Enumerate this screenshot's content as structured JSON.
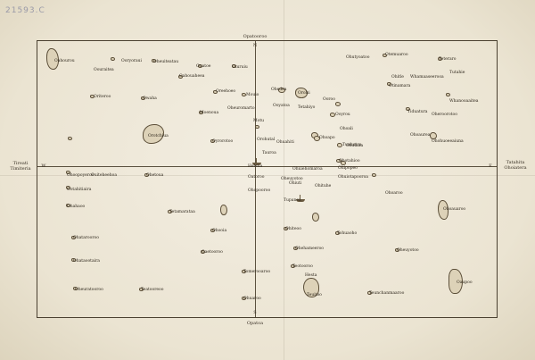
{
  "reference_mark": "21593.C",
  "compass": {
    "north": "Opatooroo",
    "north_letter": "N",
    "south": "Opatoa",
    "south_letter": "S",
    "west": [
      "Tireati",
      "Timiteria"
    ],
    "west_letter": "W",
    "east": [
      "Tatahita",
      "Ohoiatera"
    ],
    "east_letter": "E"
  },
  "islands": [
    {
      "name": "Oahourou"
    },
    {
      "name": "Ooryoraui"
    },
    {
      "name": "Oouraitea"
    },
    {
      "name": "Ouatoe"
    },
    {
      "name": "Oturuiu"
    },
    {
      "name": "Oahouaheea"
    },
    {
      "name": "Oheuiteatau"
    },
    {
      "name": "Owaha"
    },
    {
      "name": "Oriteroo"
    },
    {
      "name": "Oreehoeo"
    },
    {
      "name": "Orotchiua"
    },
    {
      "name": "Moenoua"
    },
    {
      "name": "Oheuromarto"
    },
    {
      "name": "Oyrorotoo"
    },
    {
      "name": "Mouio"
    },
    {
      "name": "Orohutal"
    },
    {
      "name": "Ohedea"
    },
    {
      "name": "Ooyatoa"
    },
    {
      "name": "Motu"
    },
    {
      "name": "Orolsi"
    },
    {
      "name": "Ooroo"
    },
    {
      "name": "Tetahiyo"
    },
    {
      "name": "Ooyrou"
    },
    {
      "name": "Ohoali"
    },
    {
      "name": "Ohoapo"
    },
    {
      "name": "Tuahutoa"
    },
    {
      "name": "Ohuahiti"
    },
    {
      "name": "Otemuaroo"
    },
    {
      "name": "Ohutyoatoo"
    },
    {
      "name": "Ohitle"
    },
    {
      "name": "Whamaaseerooa"
    },
    {
      "name": "Otinamara"
    },
    {
      "name": "Teteraro"
    },
    {
      "name": "Tiduatura"
    },
    {
      "name": "Tutahie"
    },
    {
      "name": "Whanooaaitea"
    },
    {
      "name": "Oheroorotoo"
    },
    {
      "name": "Ohoaurea"
    },
    {
      "name": "Ohohuoeeaiuna"
    },
    {
      "name": "Ohotahioo"
    },
    {
      "name": "Ohulaha"
    },
    {
      "name": "Ohuiehomaroa"
    },
    {
      "name": "Ohuiotapooroa"
    },
    {
      "name": "Oheuyotoo"
    },
    {
      "name": "Ohituhe"
    },
    {
      "name": "Ohoopoyeroo"
    },
    {
      "name": "Ootahitiaira"
    },
    {
      "name": "Ohahaoo"
    },
    {
      "name": "Ohatarooroo"
    },
    {
      "name": "Ohataootaira"
    },
    {
      "name": "Oheuratooroo"
    },
    {
      "name": "Ohetoua"
    },
    {
      "name": "Tetamarataa"
    },
    {
      "name": "Teatooreoo"
    },
    {
      "name": "Oaetooroo"
    },
    {
      "name": "Ohooia"
    },
    {
      "name": "Tomerooaroo"
    },
    {
      "name": "Ohuaroo"
    },
    {
      "name": "Teotooroo"
    },
    {
      "name": "Ohiteoo"
    },
    {
      "name": "Ohehameeroo"
    },
    {
      "name": "Tohuaoho"
    },
    {
      "name": "Teuitoo"
    },
    {
      "name": "Oheuyotoo"
    },
    {
      "name": "Ohoaroo"
    },
    {
      "name": "Teunchanmaaroo"
    },
    {
      "name": "Oaupoo"
    },
    {
      "name": "Ohoauaroo"
    },
    {
      "name": "Hesta"
    },
    {
      "name": "Ohipopeo"
    },
    {
      "name": "Ouiteheehoa"
    },
    {
      "name": "Tauroa"
    },
    {
      "name": "Hetsua"
    },
    {
      "name": "Ohopooroo"
    },
    {
      "name": "Ohiuti"
    },
    {
      "name": "Tupanea"
    },
    {
      "name": "Oatoroo"
    }
  ]
}
